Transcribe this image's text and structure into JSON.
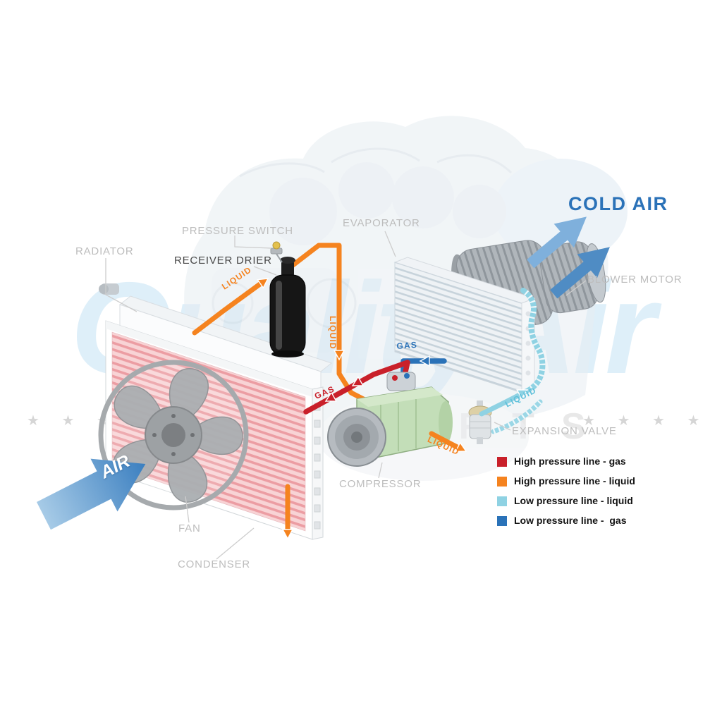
{
  "watermark": {
    "brand": "QualityAir",
    "subtitle": "AUTO PARTS",
    "stars": "★ ★ ★ ★"
  },
  "labels": {
    "radiator": "RADIATOR",
    "pressure_switch": "PRESSURE SWITCH",
    "receiver_drier": "RECEIVER DRIER",
    "evaporator": "EVAPORATOR",
    "cold_air": "COLD AIR",
    "blower_motor": "BLOWER MOTOR",
    "expansion_valve": "EXPANSION VALVE",
    "compressor": "COMPRESSOR",
    "fan": "FAN",
    "condenser": "CONDENSER",
    "air": "AIR"
  },
  "line_labels": {
    "liquid_to_drier": "LIQUID",
    "liquid_drier_down": "LIQUID",
    "gas_low_pressure": "GAS",
    "gas_high_pressure": "GAS",
    "liquid_low_pressure": "LIQUID",
    "liquid_to_expansion_valve": "LIQUID"
  },
  "legend": {
    "items": [
      {
        "label": "High pressure line - gas",
        "color": "#c9202a"
      },
      {
        "label": "High pressure line - liquid",
        "color": "#f5831f"
      },
      {
        "label": "Low pressure line - liquid",
        "color": "#8fd2e3"
      },
      {
        "label": "Low pressure line -  gas",
        "color": "#2a72b8"
      }
    ]
  },
  "colors": {
    "high_pressure_gas": "#c9202a",
    "high_pressure_liquid": "#f5831f",
    "low_pressure_liquid": "#8fd2e3",
    "low_pressure_gas": "#2a72b8",
    "component_label": "#bdbdbd",
    "cold_air_text": "#2b72b8"
  }
}
